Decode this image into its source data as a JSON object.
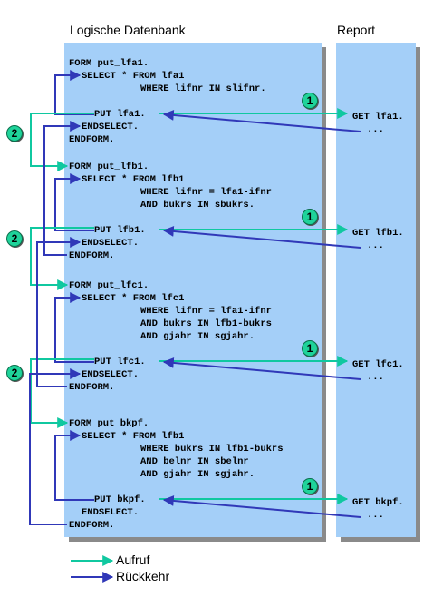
{
  "headers": {
    "left": "Logische Datenbank",
    "right": "Report"
  },
  "colors": {
    "call": "#10c8a0",
    "return": "#3038b8",
    "panel": "#a4cff8",
    "badge": "#1fd39a"
  },
  "badge_labels": {
    "call": "1",
    "return": "2"
  },
  "legend": {
    "call": "Aufruf",
    "return": "Rückkehr"
  },
  "blocks": [
    {
      "form": "FORM put_lfa1.",
      "select": "SELECT * FROM lfa1",
      "where": [
        "WHERE lifnr IN slifnr."
      ],
      "put": "PUT lfa1.",
      "endselect": "ENDSELECT.",
      "endform": "ENDFORM.",
      "get": "GET lfa1.",
      "ellipsis": "..."
    },
    {
      "form": "FORM put_lfb1.",
      "select": "SELECT * FROM lfb1",
      "where": [
        "WHERE lifnr = lfa1-ifnr",
        "AND bukrs IN sbukrs."
      ],
      "put": "PUT lfb1.",
      "endselect": "ENDSELECT.",
      "endform": "ENDFORM.",
      "get": "GET lfb1.",
      "ellipsis": "..."
    },
    {
      "form": "FORM put_lfc1.",
      "select": "SELECT * FROM lfc1",
      "where": [
        "WHERE lifnr = lfa1-ifnr",
        "AND bukrs IN lfb1-bukrs",
        "AND gjahr IN sgjahr."
      ],
      "put": "PUT lfc1.",
      "endselect": "ENDSELECT.",
      "endform": "ENDFORM.",
      "get": "GET lfc1.",
      "ellipsis": "..."
    },
    {
      "form": "FORM put_bkpf.",
      "select": "SELECT * FROM lfb1",
      "where": [
        "WHERE bukrs IN lfb1-bukrs",
        "AND belnr IN sbelnr",
        "AND gjahr IN sgjahr."
      ],
      "put": "PUT bkpf.",
      "endselect": "ENDSELECT.",
      "endform": "ENDFORM.",
      "get": "GET bkpf.",
      "ellipsis": "..."
    }
  ]
}
